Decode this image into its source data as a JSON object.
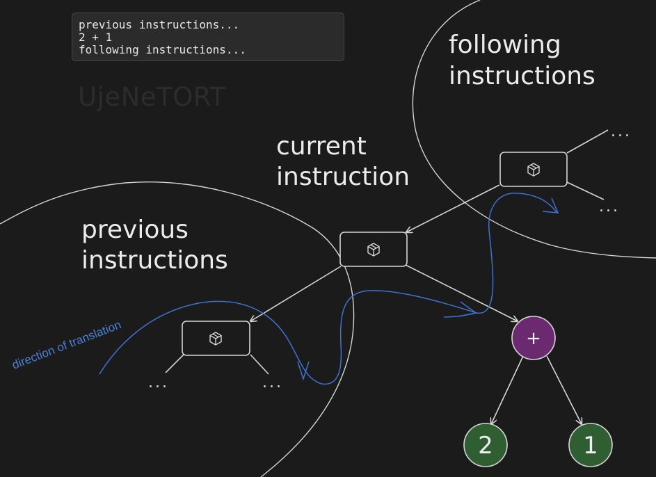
{
  "code": {
    "lines": [
      "previous instructions...",
      "2 + 1",
      "following instructions..."
    ]
  },
  "watermark": "UjeNeTORT",
  "labels": {
    "following": [
      "following",
      "instructions"
    ],
    "current": [
      "current",
      "instruction"
    ],
    "previous": [
      "previous",
      "instructions"
    ],
    "direction": "direction of translation"
  },
  "ellipsis": "...",
  "tree": {
    "operator": "+",
    "left_operand": "2",
    "right_operand": "1"
  },
  "colors": {
    "background": "#1b1b1b",
    "stroke": "#d6d6d6",
    "flow": "#3f72d0",
    "operator_fill": "#6b2a6f",
    "operand_fill": "#2e5e32"
  },
  "icons": {
    "instruction_node": "package-icon"
  }
}
